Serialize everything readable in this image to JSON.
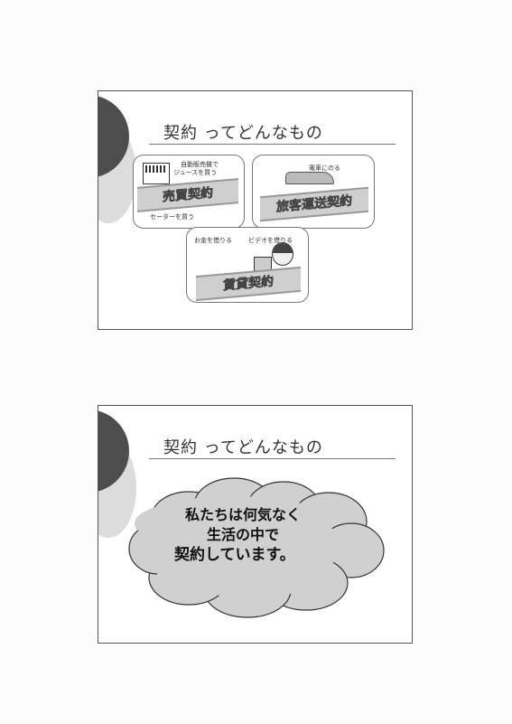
{
  "slide1": {
    "title": "契約 ってどんなもの",
    "sales": {
      "caption_top": [
        "自動販売機で",
        "ジュースを買う"
      ],
      "banner": "売買契約",
      "caption_bottom": "セーターを買う"
    },
    "transport": {
      "caption": "電車にのる",
      "banner": "旅客運送契約"
    },
    "lease": {
      "caption_left": "お金を借りる",
      "caption_right": "ビデオを借りる",
      "banner": "賃貸契約"
    }
  },
  "slide2": {
    "title": "契約 ってどんなもの",
    "cloud_lines": [
      "私たちは何気なく",
      "生活の中で",
      "契約しています。"
    ]
  }
}
